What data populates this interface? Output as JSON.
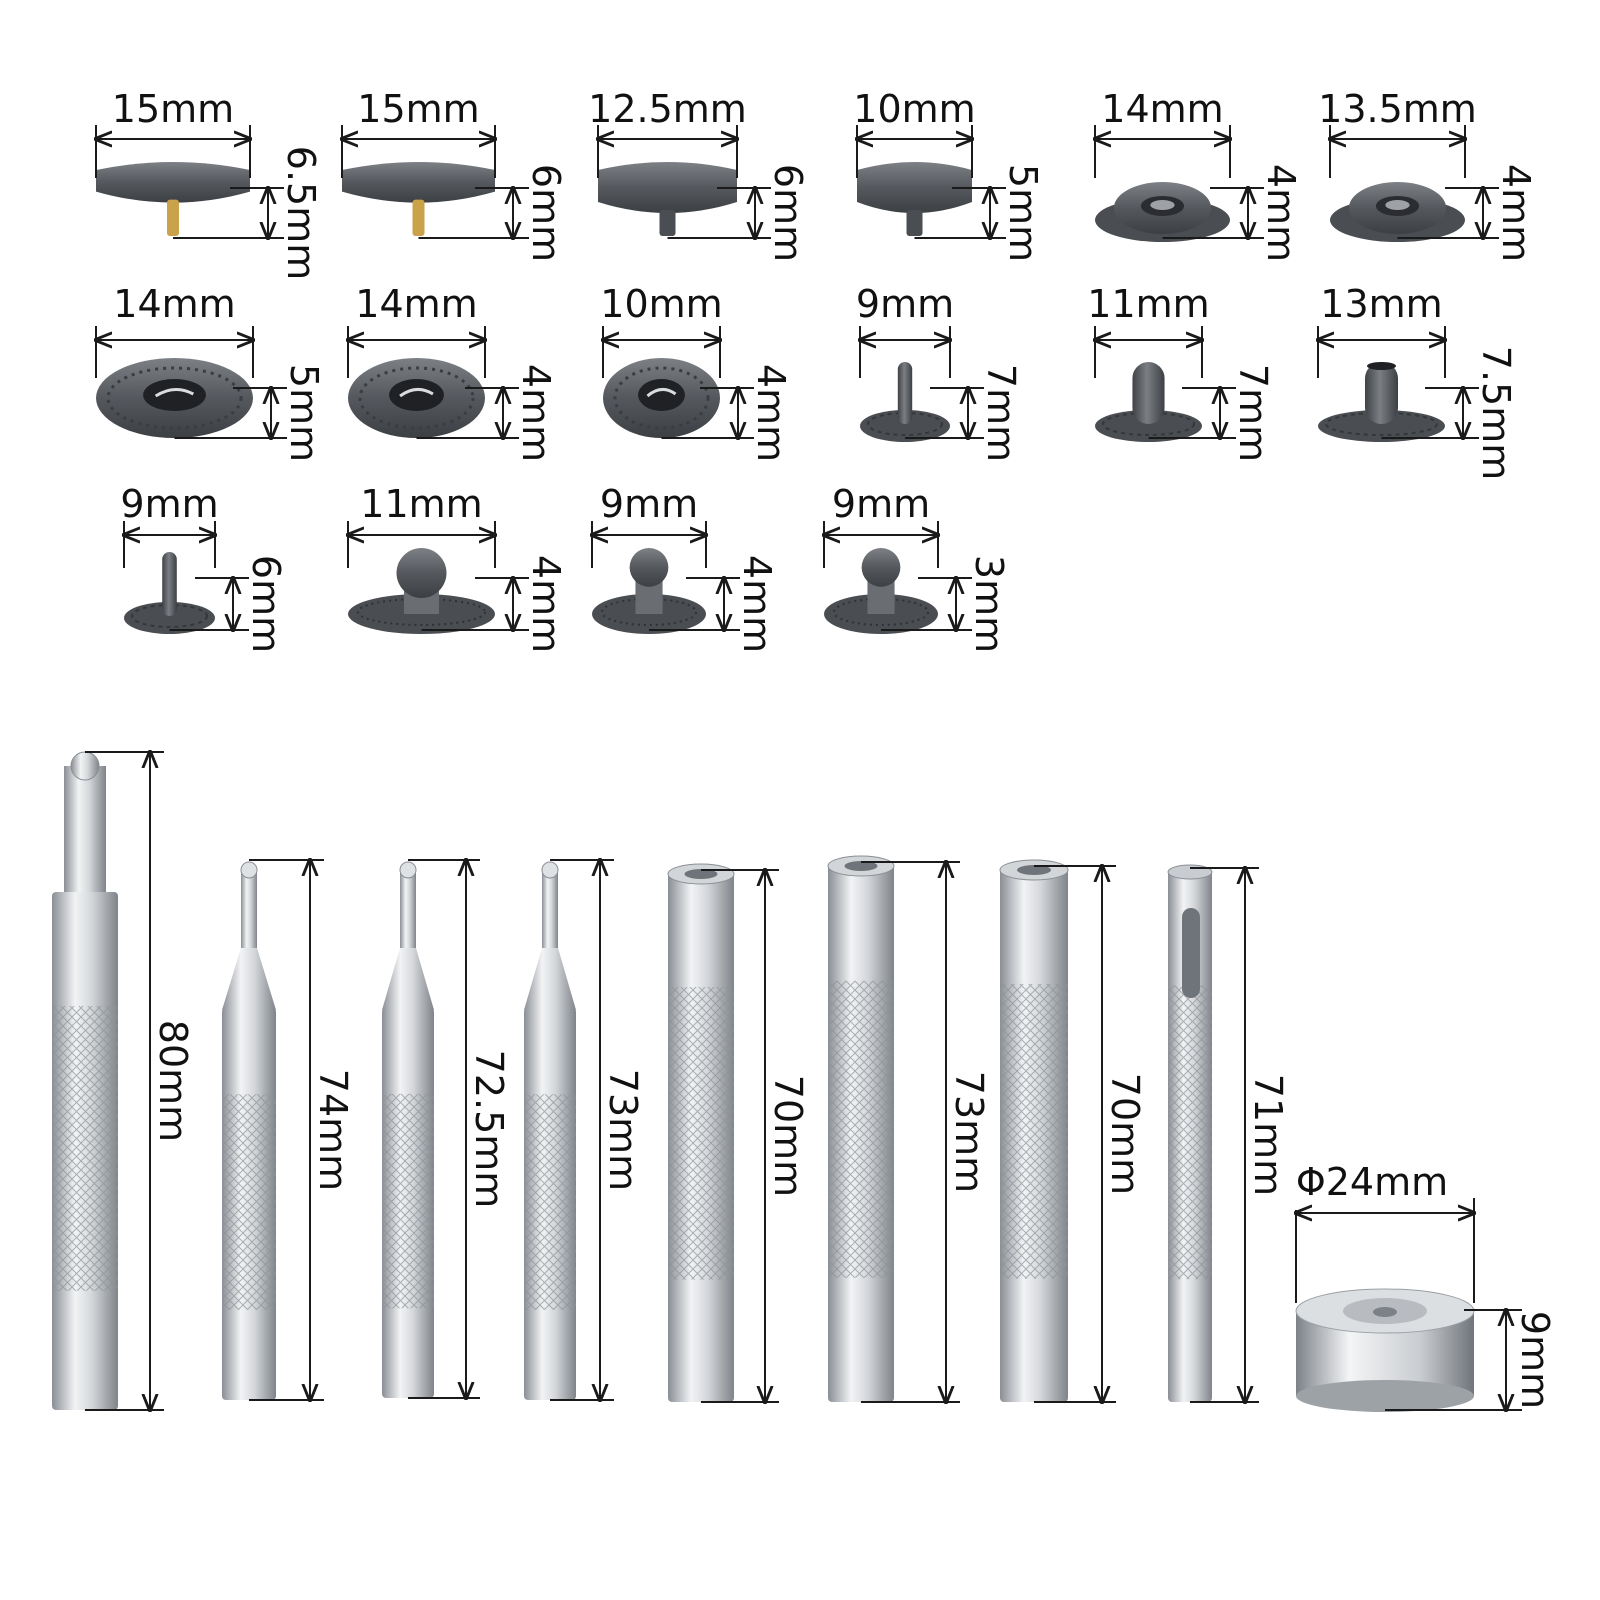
{
  "colors": {
    "metal_dark": "#4a4d51",
    "metal_mid": "#6a6e73",
    "metal_light": "#8f9398",
    "brass": "#c9a24a",
    "steel_light": "#eef0f2",
    "steel_mid": "#c3c7cb",
    "steel_dark": "#8a8f95",
    "dimension_line": "#1a1a1a"
  },
  "snaps": [
    {
      "shape": "cap-brass",
      "width_label": "15mm",
      "height_label": "6.5mm"
    },
    {
      "shape": "cap-brass",
      "width_label": "15mm",
      "height_label": "6mm"
    },
    {
      "shape": "cap-dome",
      "width_label": "12.5mm",
      "height_label": "6mm"
    },
    {
      "shape": "cap-dome",
      "width_label": "10mm",
      "height_label": "5mm"
    },
    {
      "shape": "socket",
      "width_label": "14mm",
      "height_label": "4mm"
    },
    {
      "shape": "socket-round",
      "width_label": "13.5mm",
      "height_label": "4mm"
    },
    {
      "shape": "ring-socket",
      "width_label": "14mm",
      "height_label": "5mm"
    },
    {
      "shape": "ring-socket",
      "width_label": "14mm",
      "height_label": "4mm"
    },
    {
      "shape": "ring-socket",
      "width_label": "10mm",
      "height_label": "4mm"
    },
    {
      "shape": "post-thin",
      "width_label": "9mm",
      "height_label": "7mm"
    },
    {
      "shape": "post-thick",
      "width_label": "11mm",
      "height_label": "7mm"
    },
    {
      "shape": "post-tube",
      "width_label": "13mm",
      "height_label": "7.5mm"
    },
    {
      "shape": "post-thin",
      "width_label": "9mm",
      "height_label": "6mm"
    },
    {
      "shape": "stud",
      "width_label": "11mm",
      "height_label": "4mm"
    },
    {
      "shape": "stud",
      "width_label": "9mm",
      "height_label": "4mm"
    },
    {
      "shape": "stud",
      "width_label": "9mm",
      "height_label": "3mm"
    }
  ],
  "tools": [
    {
      "tip": "ball",
      "length_label": "80mm"
    },
    {
      "tip": "cone-pin",
      "length_label": "74mm"
    },
    {
      "tip": "cone-pin",
      "length_label": "72.5mm"
    },
    {
      "tip": "cone-pin",
      "length_label": "73mm"
    },
    {
      "tip": "hollow",
      "length_label": "70mm"
    },
    {
      "tip": "hollow",
      "length_label": "73mm"
    },
    {
      "tip": "hollow",
      "length_label": "70mm"
    },
    {
      "tip": "hole-punch",
      "length_label": "71mm"
    }
  ],
  "anvil": {
    "diameter_label": "Φ24mm",
    "height_label": "9mm"
  }
}
